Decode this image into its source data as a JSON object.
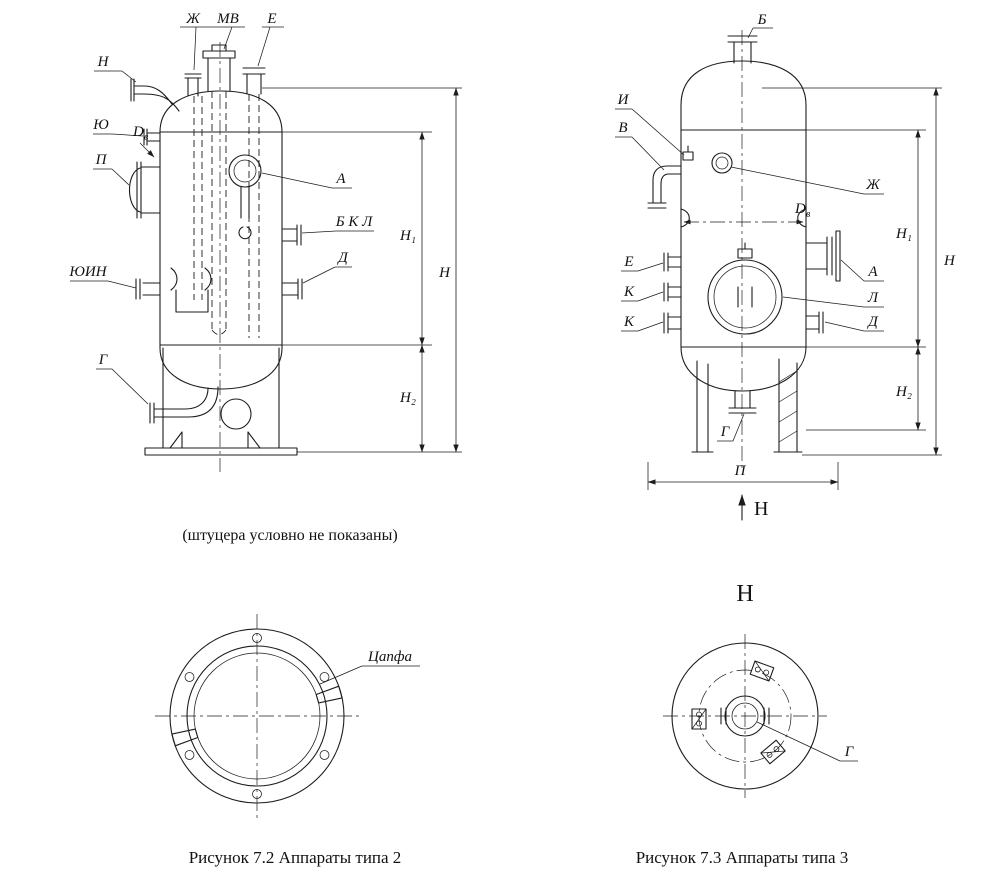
{
  "page": {
    "note": "(штуцера условно не показаны)"
  },
  "fig72": {
    "caption": "Рисунок 7.2 Аппараты типа 2",
    "labels": {
      "zh": "Ж",
      "mv": "МВ",
      "e": "Е",
      "n": "Н",
      "yu": "Ю",
      "d_main": "D",
      "d_sub": "в",
      "p": "П",
      "a": "А",
      "bkl": "Б К Л",
      "d": "Д",
      "yuin": "ЮИН",
      "g": "Г"
    },
    "dims": {
      "h1": "Н₁",
      "h": "Н",
      "h2": "Н₂"
    },
    "top_view": {
      "tsapfa": "Цапфа"
    }
  },
  "fig73": {
    "caption": "Рисунок 7.3 Аппараты типа 3",
    "labels": {
      "b": "Б",
      "i": "И",
      "v": "В",
      "zh": "Ж",
      "d_main": "D",
      "d_sub": "в",
      "e": "Е",
      "k1": "К",
      "k2": "К",
      "a": "А",
      "l": "Л",
      "d": "Д",
      "g": "Г"
    },
    "dims": {
      "h1": "Н₁",
      "h": "Н",
      "h2": "Н₂",
      "p": "П"
    },
    "view_arrow": "Н",
    "bottom_view": {
      "title": "Н",
      "g": "Г"
    }
  }
}
